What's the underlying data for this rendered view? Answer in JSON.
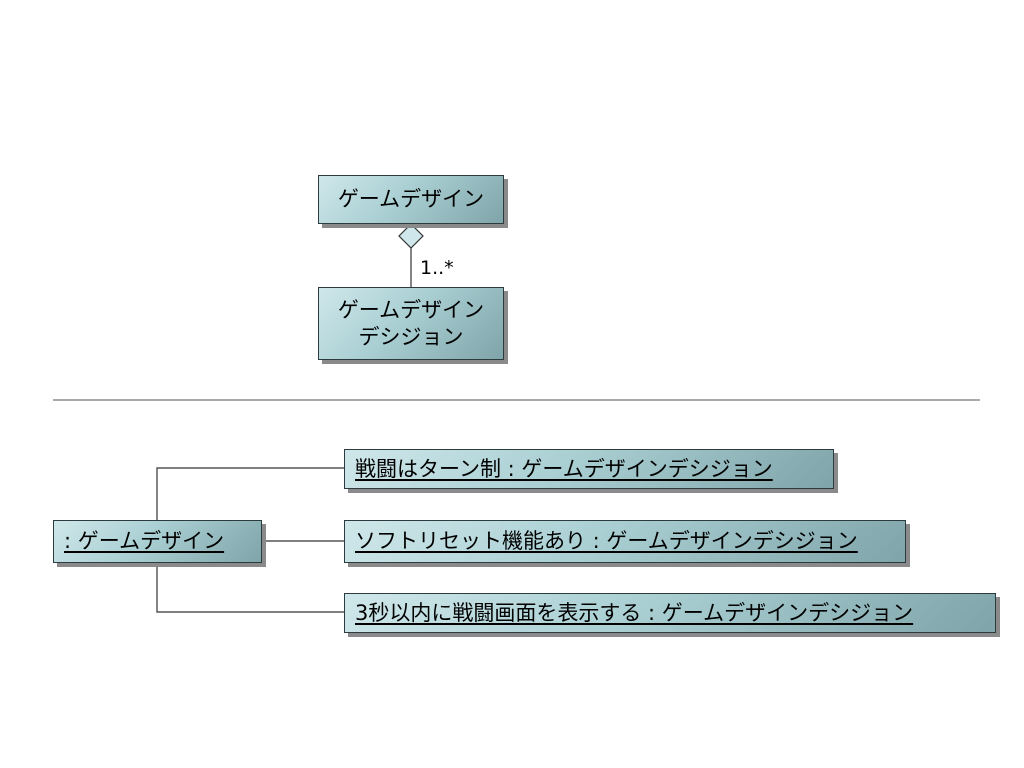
{
  "class_diagram": {
    "whole_class": "ゲームデザイン",
    "part_class_lines": [
      "ゲームデザイン",
      "デシジョン"
    ],
    "multiplicity": "1..*"
  },
  "object_diagram": {
    "root_object": ": ゲームデザイン",
    "decision_objects": [
      "戦闘はターン制 : ゲームデザインデシジョン",
      "ソフトリセット機能あり : ゲームデザインデシジョン",
      "3秒以内に戦闘画面を表示する : ゲームデザインデシジョン"
    ]
  },
  "colors": {
    "box_fill_light": "#cfe7ea",
    "box_fill_dark": "#7fa5aa",
    "box_border": "#2c3c3e",
    "shadow": "#8a8a8a",
    "line": "#333333"
  }
}
